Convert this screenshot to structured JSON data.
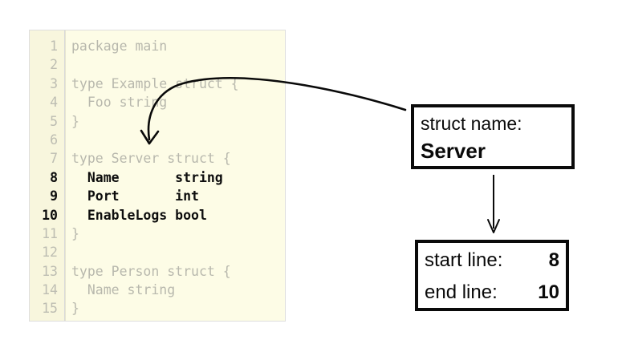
{
  "code_panel": {
    "language": "go",
    "background_color": "#fdfce6",
    "gutter_color": "#f8f6dd",
    "dim_text_color": "#b8b8ad",
    "highlight_text_color": "#0d0d0d",
    "highlight_start_line": 8,
    "highlight_end_line": 10,
    "lines": [
      {
        "number": "1",
        "text": "package main",
        "highlighted": false
      },
      {
        "number": "2",
        "text": "",
        "highlighted": false
      },
      {
        "number": "3",
        "text": "type Example struct {",
        "highlighted": false
      },
      {
        "number": "4",
        "text": "  Foo string",
        "highlighted": false
      },
      {
        "number": "5",
        "text": "}",
        "highlighted": false
      },
      {
        "number": "6",
        "text": "",
        "highlighted": false
      },
      {
        "number": "7",
        "text": "type Server struct {",
        "highlighted": false
      },
      {
        "number": "8",
        "text": "  Name       string",
        "highlighted": true
      },
      {
        "number": "9",
        "text": "  Port       int",
        "highlighted": true
      },
      {
        "number": "10",
        "text": "  EnableLogs bool",
        "highlighted": true
      },
      {
        "number": "11",
        "text": "}",
        "highlighted": false
      },
      {
        "number": "12",
        "text": "",
        "highlighted": false
      },
      {
        "number": "13",
        "text": "type Person struct {",
        "highlighted": false
      },
      {
        "number": "14",
        "text": "  Name string",
        "highlighted": false
      },
      {
        "number": "15",
        "text": "}",
        "highlighted": false
      }
    ]
  },
  "struct_name_box": {
    "label": "struct name:",
    "value": "Server",
    "border_color": "#0a0a0a"
  },
  "line_range_box": {
    "rows": [
      {
        "key": "start line:",
        "value": "8"
      },
      {
        "key": "end line:",
        "value": "10"
      }
    ],
    "border_color": "#0a0a0a"
  },
  "annotations": {
    "curved_arrow_name": "curved-callout-arrow",
    "down_arrow_name": "down-arrow",
    "stroke_color": "#0a0a0a"
  }
}
